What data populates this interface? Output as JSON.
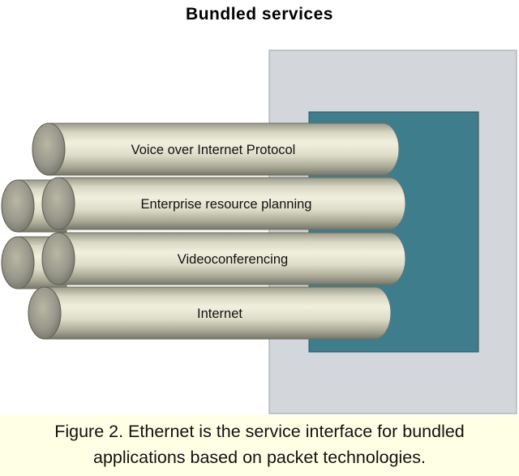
{
  "title": "Bundled services",
  "services": [
    "Voice over Internet Protocol",
    "Enterprise resource planning",
    "Videoconferencing",
    "Internet"
  ],
  "caption": {
    "line1": "Figure 2. Ethernet is the service interface for bundled",
    "line2": "applications based on packet technologies."
  },
  "colors": {
    "interface_panel": "#d3d6da",
    "interface_port": "#3e7e8c",
    "pipe_light": "#ecebd9",
    "pipe_dark": "#8e8e7c",
    "caption_background": "#ffffe6"
  }
}
